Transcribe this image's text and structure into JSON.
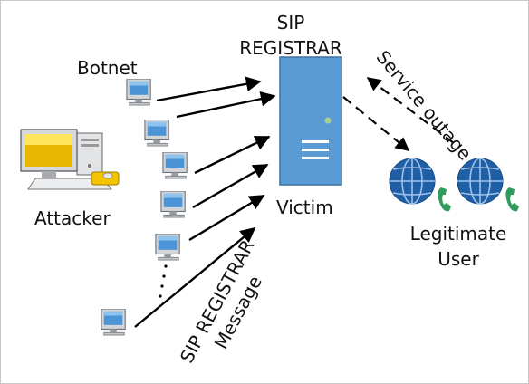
{
  "labels": {
    "sip_line1": "SIP",
    "sip_line2": "REGISTRAR",
    "botnet": "Botnet",
    "attacker": "Attacker",
    "victim": "Victim",
    "legit_line1": "Legitimate",
    "legit_line2": "User",
    "service_outage": "Service outage",
    "msg_line1": "SIP REGISTRAR",
    "msg_line2": "Message"
  },
  "icons": {
    "attacker": "desktop-computer-icon",
    "bot": "computer-icon",
    "server": "server-icon",
    "user": "globe-phone-icon"
  },
  "colors": {
    "server": "#5b9bd5",
    "globe": "#1f5fa6",
    "phone": "#2e9c5a",
    "arrow": "#000000"
  }
}
